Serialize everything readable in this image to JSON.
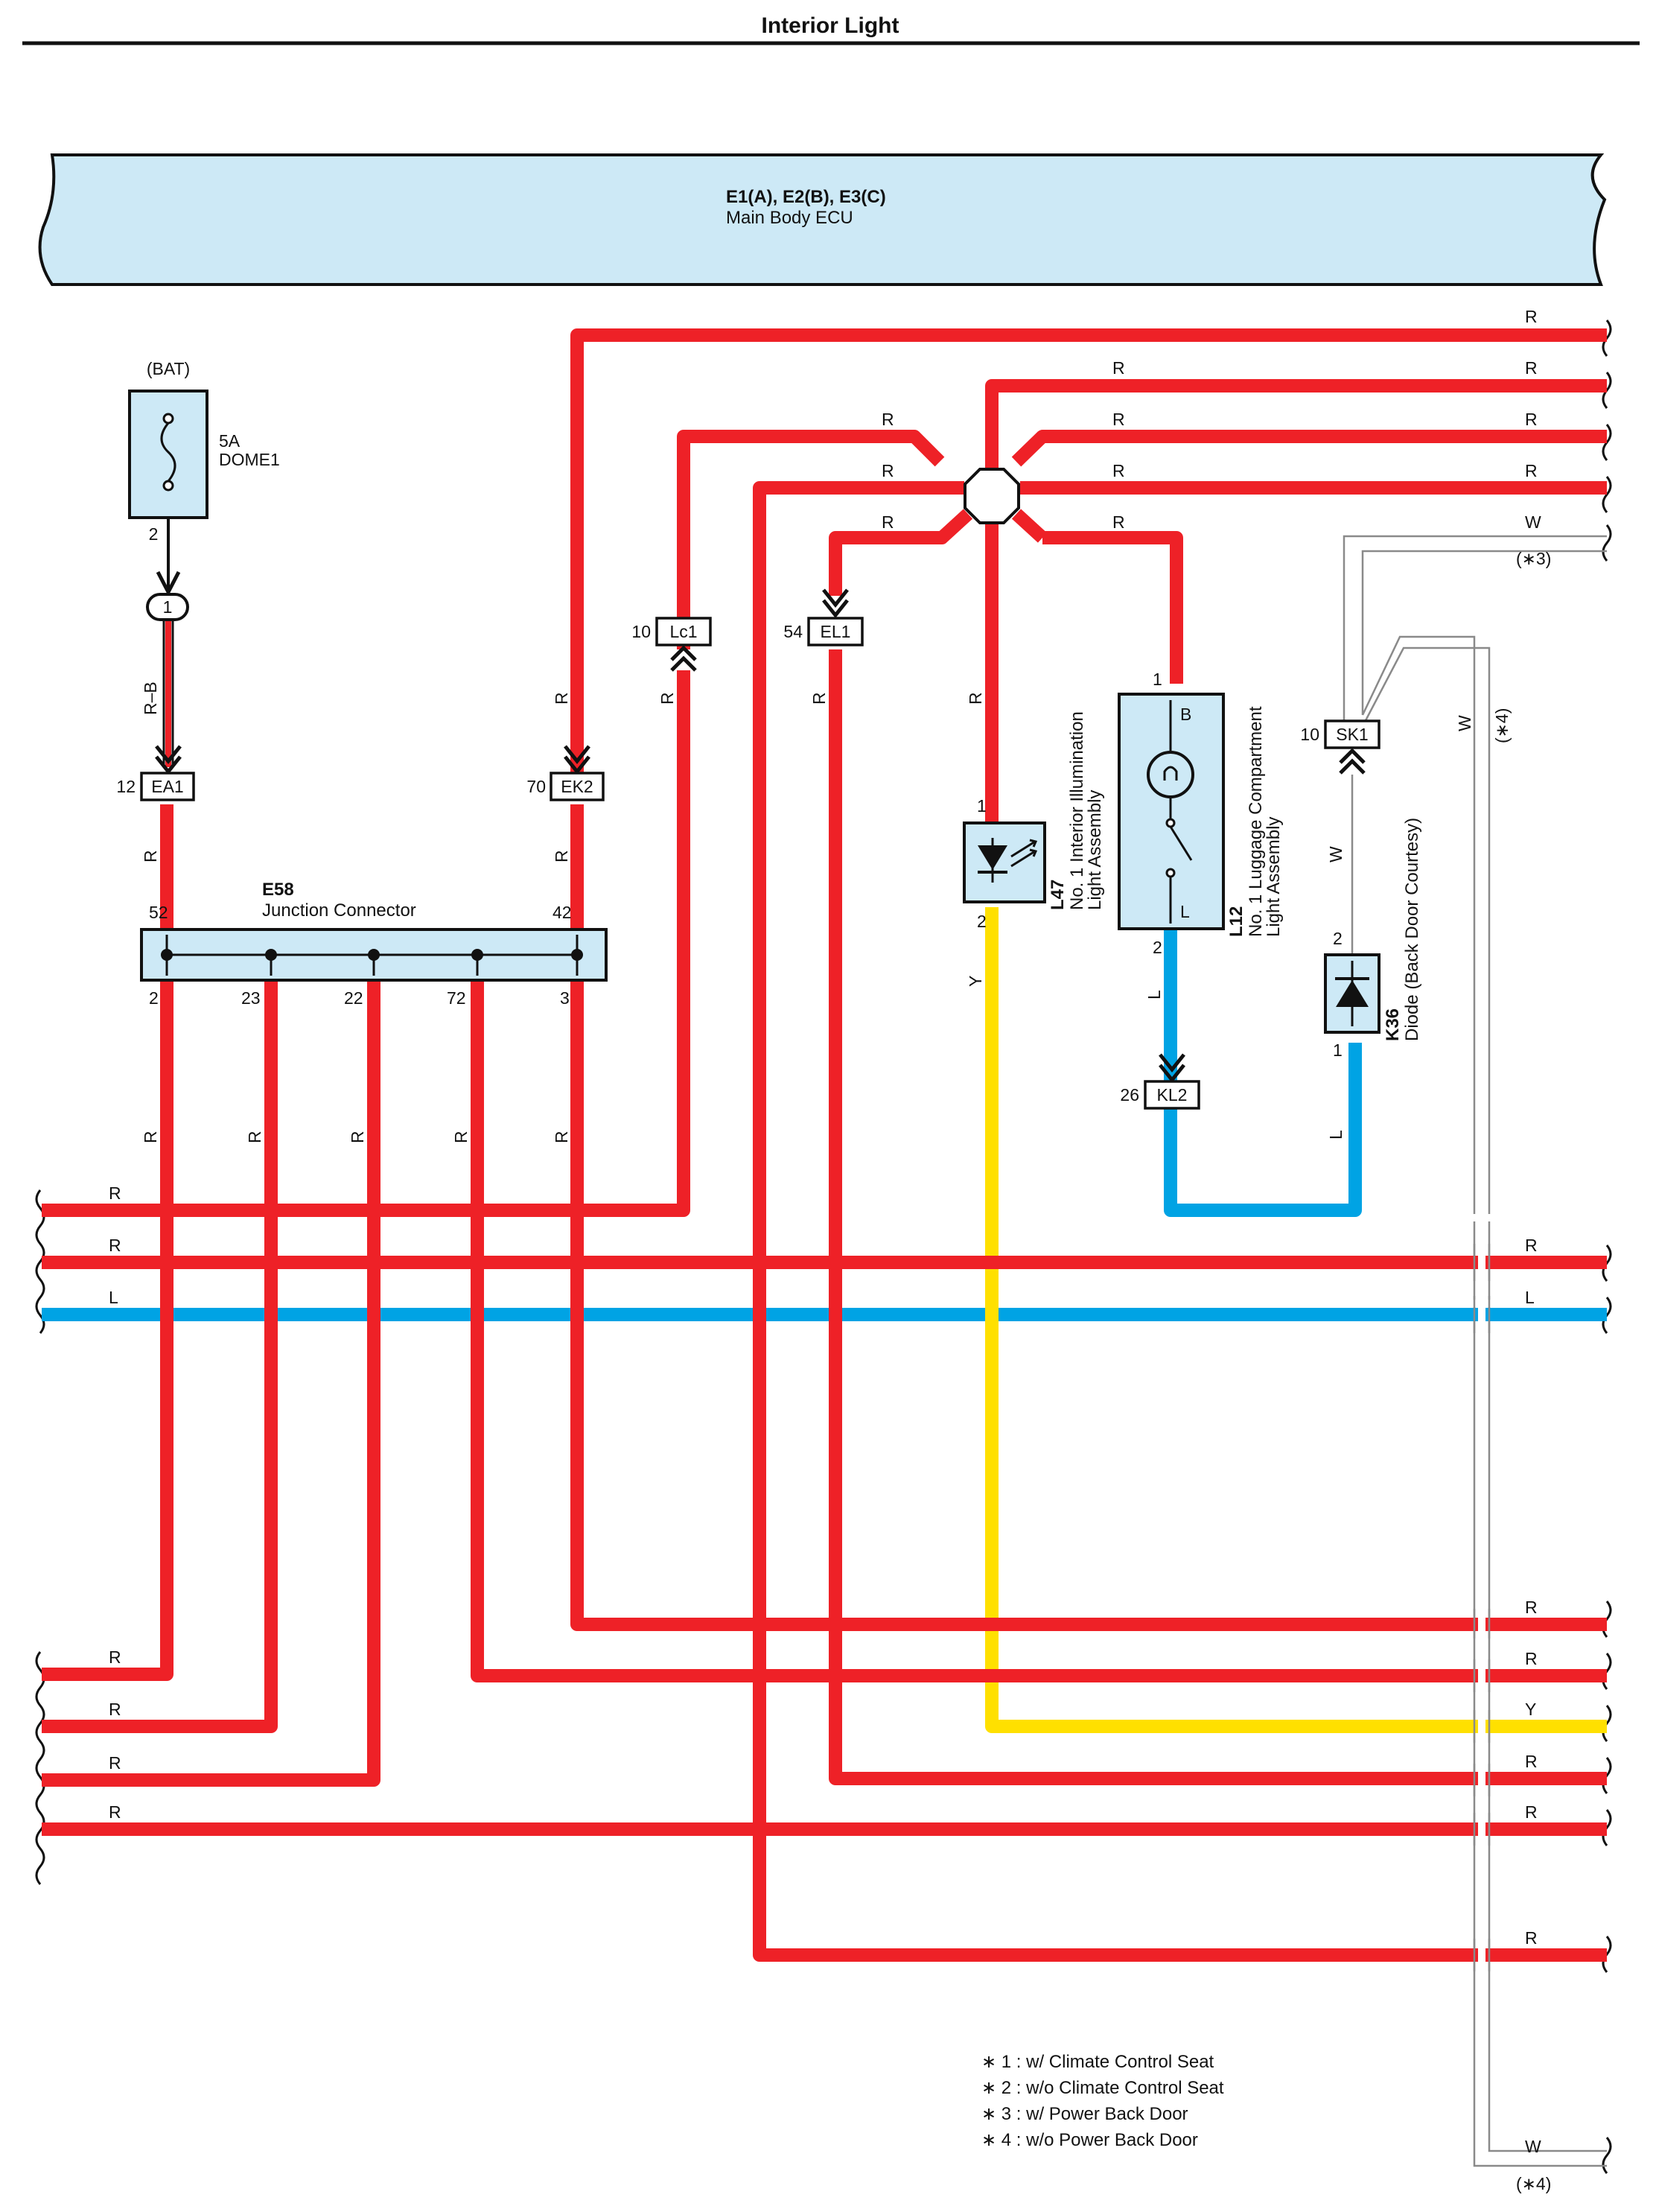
{
  "title": "Interior Light",
  "colors": {
    "R": "#ee2127",
    "L": "#00a3e4",
    "Y": "#ffe000",
    "W": "#8a8a8a",
    "box": "#cde9f6"
  },
  "ecu": {
    "code": "E1(A), E2(B), E3(C)",
    "name": "Main Body ECU"
  },
  "fuse": {
    "source": "(BAT)",
    "rating": "5A",
    "name": "DOME1",
    "pin": "2",
    "terminal": "1"
  },
  "junction": {
    "code": "E58",
    "name": "Junction Connector",
    "pins_top": [
      "52",
      "42"
    ],
    "pins_bottom": [
      "2",
      "23",
      "22",
      "72",
      "3"
    ]
  },
  "connectors": {
    "ea1": {
      "code": "EA1",
      "pin": "12"
    },
    "ek2": {
      "code": "EK2",
      "pin": "70"
    },
    "lc1": {
      "code": "Lc1",
      "pin": "10"
    },
    "el1": {
      "code": "EL1",
      "pin": "54"
    },
    "sk1": {
      "code": "SK1",
      "pin": "10"
    },
    "kl2": {
      "code": "KL2",
      "pin": "26"
    }
  },
  "l47": {
    "code": "L47",
    "name_line1": "No. 1 Interior Illumination",
    "name_line2": "Light Assembly",
    "pin_top": "1",
    "pin_bottom": "2"
  },
  "l12": {
    "code": "L12",
    "name_line1": "No. 1 Luggage Compartment",
    "name_line2": "Light Assembly",
    "pin_top": "1",
    "pin_bottom": "2",
    "term_b": "B",
    "term_l": "L"
  },
  "k36": {
    "code": "K36",
    "name": "Diode (Back Door Courtesy)",
    "pin_top": "2",
    "pin_bottom": "1"
  },
  "wire_colors": {
    "R": "R",
    "L": "L",
    "Y": "Y",
    "W": "W",
    "RB": "R–B"
  },
  "marks": {
    "m3": "(∗3)",
    "m4": "(∗4)",
    "m4v": "(∗4)"
  },
  "notes": [
    "∗ 1 : w/ Climate Control Seat",
    "∗ 2 : w/o Climate Control Seat",
    "∗ 3 : w/ Power Back Door",
    "∗ 4 : w/o Power Back Door"
  ]
}
